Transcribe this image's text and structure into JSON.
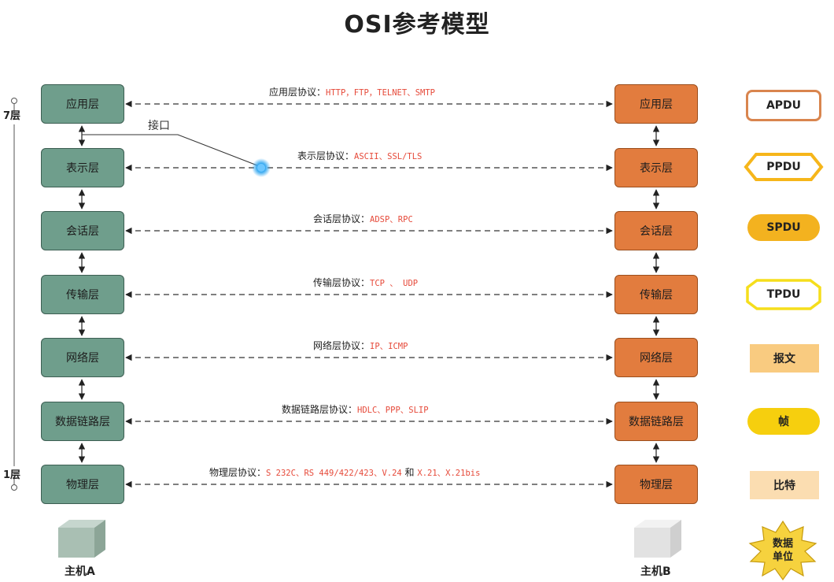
{
  "title": "OSI参考模型",
  "host_a": {
    "label": "主机A",
    "layers": [
      "应用层",
      "表示层",
      "会话层",
      "传输层",
      "网络层",
      "数据链路层",
      "物理层"
    ]
  },
  "host_b": {
    "label": "主机B",
    "layers": [
      "应用层",
      "表示层",
      "会话层",
      "传输层",
      "网络层",
      "数据链路层",
      "物理层"
    ]
  },
  "protocols": [
    {
      "label": "应用层协议：",
      "values": "HTTP，FTP，TELNET、SMTP"
    },
    {
      "label": "表示层协议：",
      "values": "ASCII、SSL/TLS"
    },
    {
      "label": "会话层协议：",
      "values": "ADSP、RPC"
    },
    {
      "label": "传输层协议：",
      "values": "TCP 、 UDP"
    },
    {
      "label": "网络层协议：",
      "values": "IP、ICMP"
    },
    {
      "label": "数据链路层协议：",
      "values": "HDLC、PPP、SLIP"
    },
    {
      "label": "物理层协议：",
      "values": "S 232C、RS 449/422/423、V.24",
      "joiner": " 和 ",
      "values2": "X.21、X.21bis"
    }
  ],
  "interface_label": "接口",
  "layer_marks": {
    "top": "7层",
    "bottom": "1层"
  },
  "pdus": [
    "APDU",
    "PPDU",
    "SPDU",
    "TPDU",
    "报文",
    "帧",
    "比特"
  ],
  "legend": {
    "line1": "数据",
    "line2": "单位"
  },
  "colors": {
    "host_a_box": "#6f9e8c",
    "host_b_box": "#e27c3e",
    "protocol_values": "#e64a3a"
  }
}
